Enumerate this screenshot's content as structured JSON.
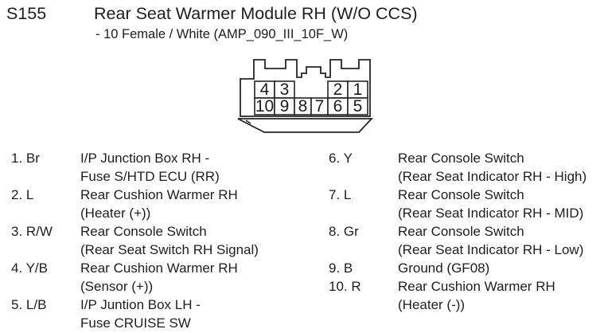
{
  "header": {
    "code": "S155",
    "title": "Rear Seat Warmer Module RH (W/O CCS)",
    "subtitle": "- 10 Female / White (AMP_090_III_10F_W)"
  },
  "connector": {
    "top_row": [
      "4",
      "3",
      "2",
      "1"
    ],
    "bottom_row": [
      "10",
      "9",
      "8",
      "7",
      "6",
      "5"
    ]
  },
  "pins_left": [
    {
      "label": "1. Br",
      "lines": [
        "I/P Junction Box RH -",
        "Fuse S/HTD ECU (RR)"
      ]
    },
    {
      "label": "2. L",
      "lines": [
        "Rear Cushion Warmer RH",
        "(Heater (+))"
      ]
    },
    {
      "label": "3. R/W",
      "lines": [
        "Rear Console Switch",
        "(Rear Seat Switch RH Signal)"
      ]
    },
    {
      "label": "4. Y/B",
      "lines": [
        "Rear Cushion Warmer RH",
        "(Sensor (+))"
      ]
    },
    {
      "label": "5. L/B",
      "lines": [
        "I/P Juntion Box LH -",
        "Fuse CRUISE SW"
      ]
    }
  ],
  "pins_right": [
    {
      "label": "6. Y",
      "lines": [
        "Rear Console Switch",
        "(Rear Seat Indicator RH - High)"
      ]
    },
    {
      "label": "7. L",
      "lines": [
        "Rear Console Switch",
        "(Rear Seat Indicator RH - MID)"
      ]
    },
    {
      "label": "8. Gr",
      "lines": [
        "Rear Console Switch",
        "(Rear Seat Indicator RH - Low)"
      ]
    },
    {
      "label": "9. B",
      "lines": [
        "Ground (GF08)"
      ]
    },
    {
      "label": "10. R",
      "lines": [
        "Rear Cushion Warmer RH",
        "(Heater (-))"
      ]
    }
  ]
}
